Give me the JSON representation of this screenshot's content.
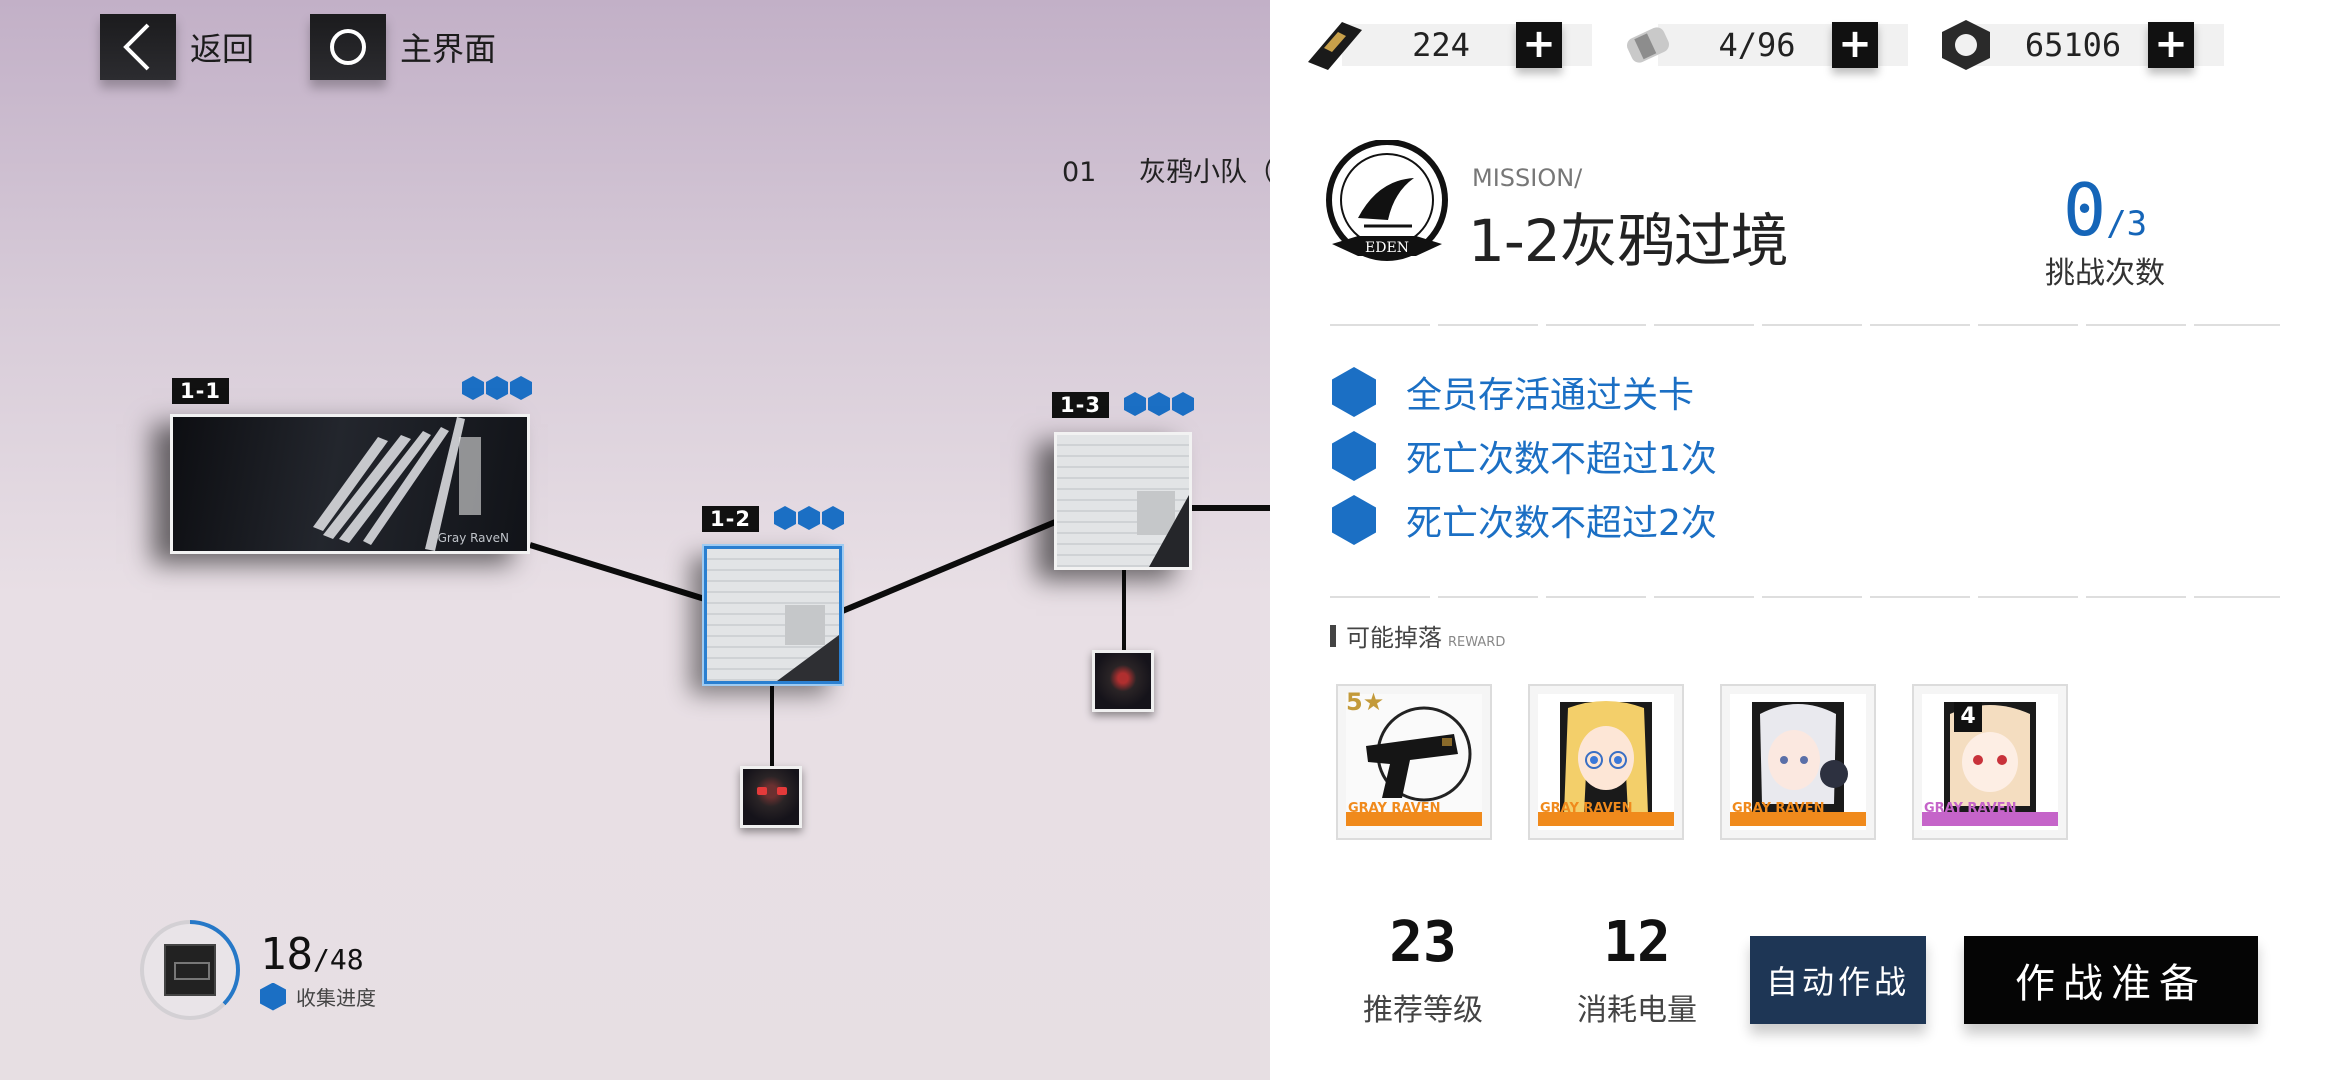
{
  "topbar": {
    "back_label": "返回",
    "home_label": "主界面"
  },
  "chapter": {
    "number": "01",
    "name": "灰鸦小队（"
  },
  "stages": [
    {
      "id": "1-1",
      "stars": 3,
      "image_text": "Gray RaveN"
    },
    {
      "id": "1-2",
      "stars": 3,
      "selected": true
    },
    {
      "id": "1-3",
      "stars": 3
    }
  ],
  "progress": {
    "current": "18",
    "total": "/48",
    "label": "收集进度",
    "fraction": 0.375
  },
  "resources": [
    {
      "icon": "card-icon",
      "value": "224"
    },
    {
      "icon": "battery-icon",
      "value": "4/96"
    },
    {
      "icon": "nut-icon",
      "value": "65106"
    }
  ],
  "mission": {
    "kicker": "MISSION/",
    "title": "1-2灰鸦过境",
    "emblem_text": "EDEN"
  },
  "attempts": {
    "current": "0",
    "max": "/3",
    "label": "挑战次数"
  },
  "objectives": [
    "全员存活通过关卡",
    "死亡次数不超过1次",
    "死亡次数不超过2次"
  ],
  "rewards": {
    "title": "可能掉落",
    "subtitle": "REWARD",
    "items": [
      {
        "kind": "weapon",
        "star_label": "5★",
        "brand": "GRAY RAVEN",
        "bar_color": "#f08a1c"
      },
      {
        "kind": "character",
        "brand": "GRAY RAVEN",
        "bar_color": "#f08a1c"
      },
      {
        "kind": "character",
        "brand": "GRAY RAVEN",
        "bar_color": "#f08a1c"
      },
      {
        "kind": "character",
        "brand": "GRAY RAVEN",
        "bar_color": "#c564c9",
        "qty": "4"
      }
    ]
  },
  "stats": {
    "level": {
      "value": "23",
      "label": "推荐等级"
    },
    "energy": {
      "value": "12",
      "label": "消耗电量"
    }
  },
  "buttons": {
    "auto": "自动作战",
    "prepare": "作战准备"
  },
  "colors": {
    "accent_blue": "#1b6fc4",
    "dark_button": "#1e3655",
    "purple_rarity": "#c564c9",
    "orange_rarity": "#f08a1c"
  }
}
